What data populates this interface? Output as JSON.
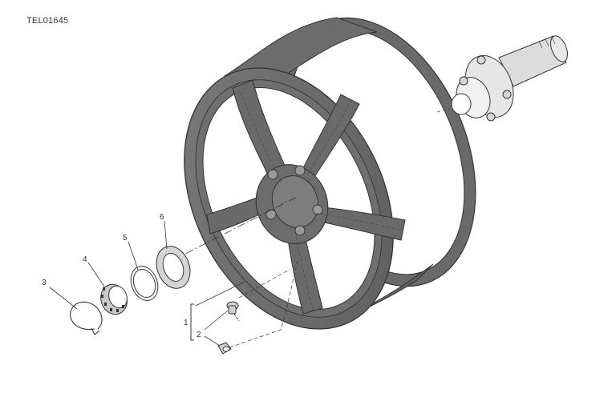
{
  "drawing_code": "TEL01645",
  "callouts": [
    {
      "id": "c1",
      "number": "1"
    },
    {
      "id": "c2",
      "number": "2"
    },
    {
      "id": "c3",
      "number": "3"
    },
    {
      "id": "c4",
      "number": "4"
    },
    {
      "id": "c5",
      "number": "5"
    },
    {
      "id": "c6",
      "number": "6"
    }
  ],
  "colors": {
    "wheel_fill": "#6e6e6e",
    "wheel_dark": "#555555",
    "line": "#333333",
    "part_fill": "#cfcfcf"
  }
}
